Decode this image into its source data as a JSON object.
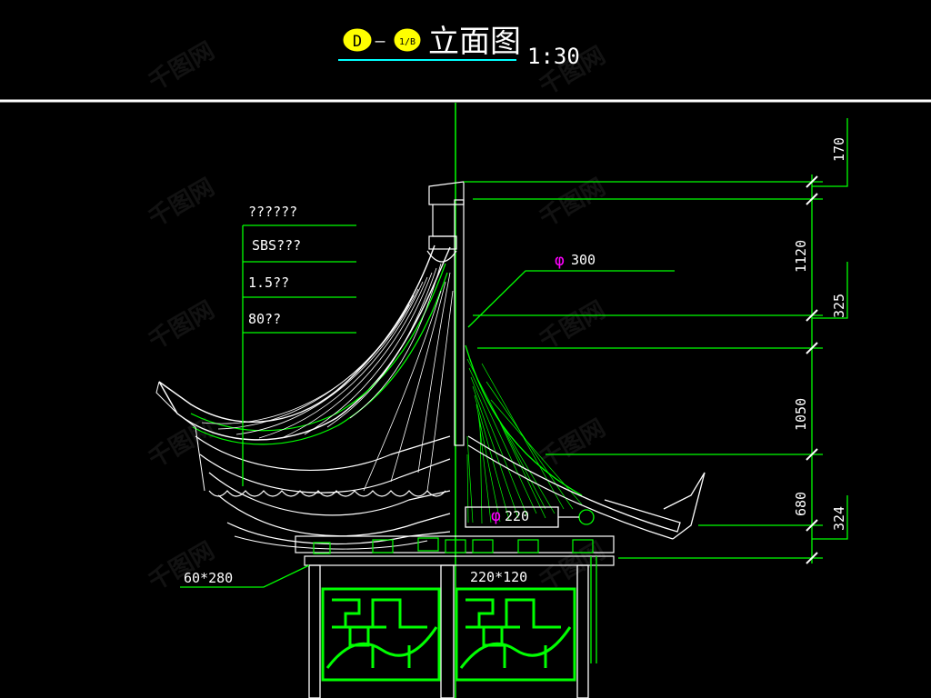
{
  "title": {
    "circle_left": "D",
    "dash": "—",
    "circle_right": "1/B",
    "name": "立面图",
    "scale": "1:30"
  },
  "material_notes": [
    "??????",
    "SBS???",
    "1.5??",
    "80??"
  ],
  "annotations": {
    "diameter_top": "300",
    "diameter_bottom": "220",
    "beam": "220*120",
    "rafter": "60*280",
    "phi": "φ"
  },
  "dimensions": [
    "170",
    "1120",
    "325",
    "1050",
    "680",
    "324"
  ],
  "watermark": "千图网",
  "colors": {
    "line_green": "#00ff00",
    "line_white": "#ffffff",
    "title_underline": "#00ffff",
    "circle_fill": "#ffff00",
    "magenta": "#ff00ff"
  }
}
